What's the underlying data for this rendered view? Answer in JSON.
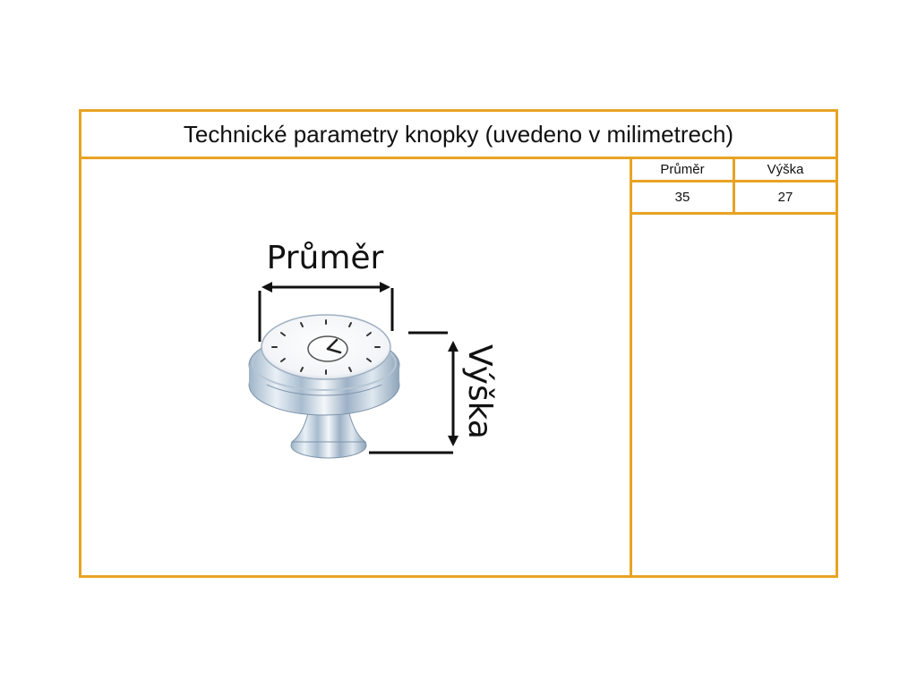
{
  "title": "Technické parametry knopky (uvedeno v milimetrech)",
  "diagram": {
    "diameter_label": "Průměr",
    "height_label": "Výška"
  },
  "spec_table": {
    "headers": [
      "Průměr",
      "Výška"
    ],
    "values": [
      "35",
      "27"
    ]
  },
  "colors": {
    "border": "#e8a323",
    "text": "#111111"
  }
}
